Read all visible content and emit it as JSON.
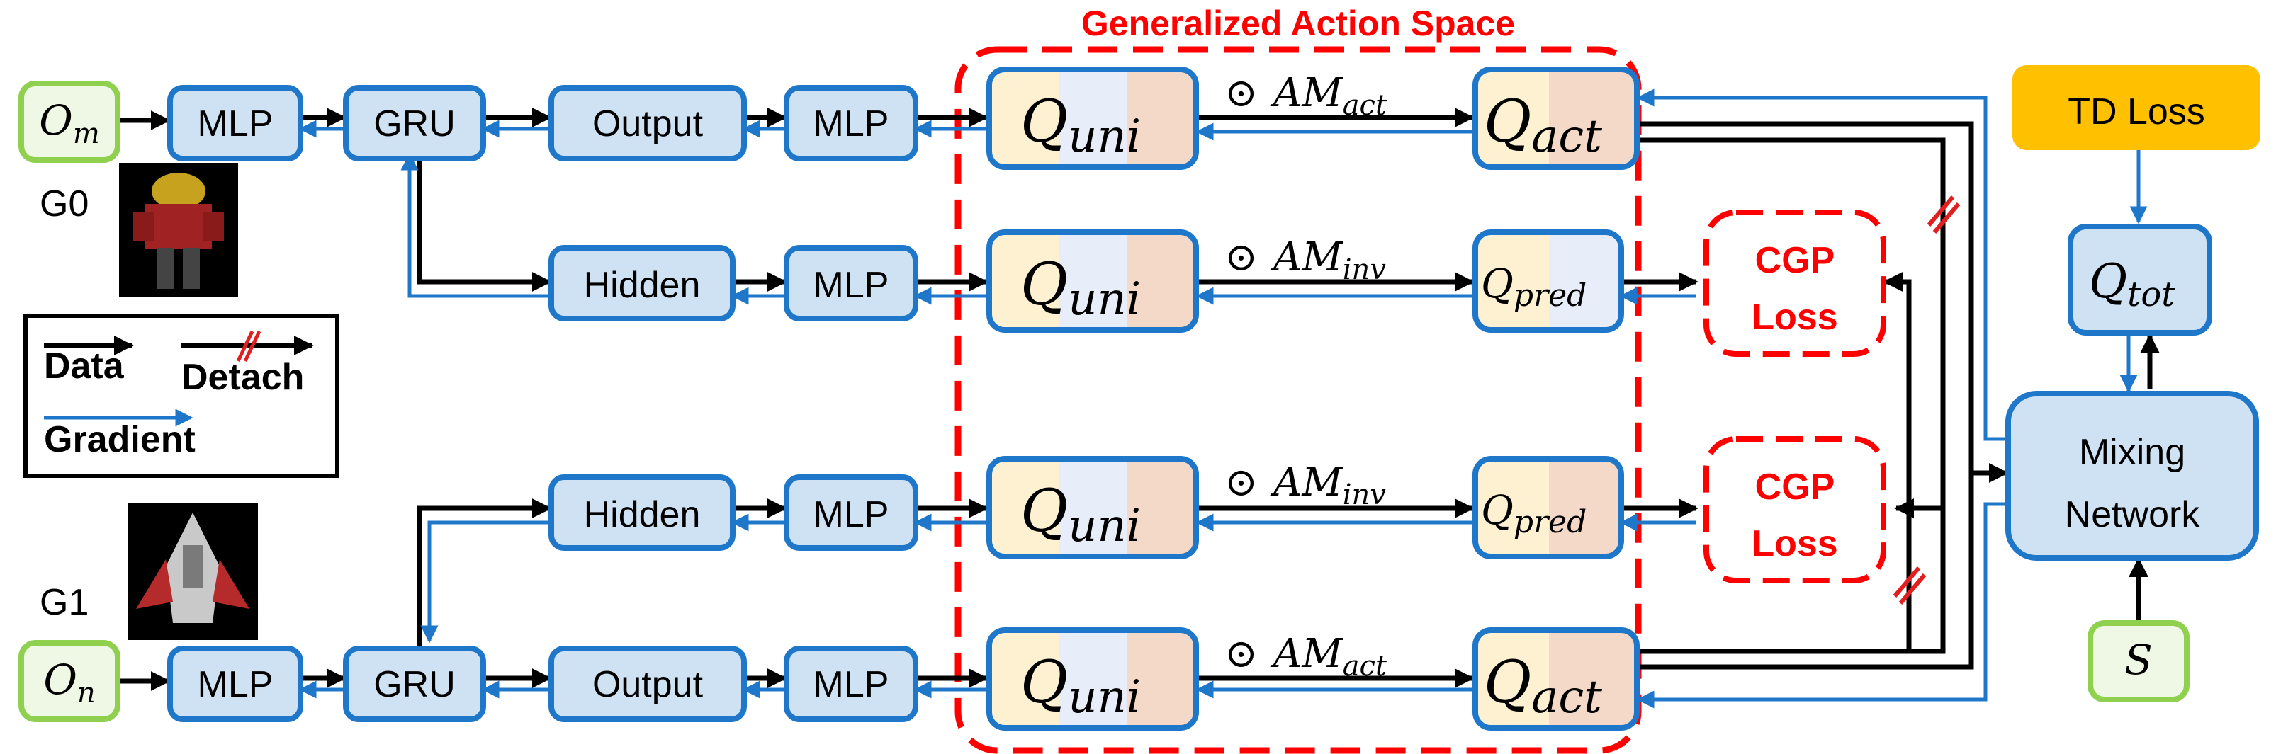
{
  "title": "Generalized Action Space",
  "inputs": {
    "om": "O",
    "om_sub": "m",
    "on": "O",
    "on_sub": "n",
    "s": "S"
  },
  "groups": {
    "g0": "G0",
    "g1": "G1"
  },
  "nodes": {
    "mlp": "MLP",
    "gru": "GRU",
    "output": "Output",
    "hidden": "Hidden",
    "td_loss": "TD Loss",
    "mixing_line1": "Mixing",
    "mixing_line2": "Network",
    "cgp_line1": "CGP",
    "cgp_line2": "Loss"
  },
  "q": {
    "Q": "Q",
    "uni": "uni",
    "act": "act",
    "pred": "pred",
    "tot": "tot",
    "odot": "⊙",
    "AM": "AM",
    "inv": "inv"
  },
  "legend": {
    "data": "Data",
    "detach": "Detach",
    "gradient": "Gradient"
  },
  "colors": {
    "box_fill": "#cfe2f3",
    "box_stroke": "#1f77c9",
    "green": "#8fd14f",
    "orange": "#ffc000",
    "red": "#ff0000",
    "seg_yellow": "#fdf1d2",
    "seg_blue": "#e7eef9",
    "seg_peach": "#f5d9c8"
  }
}
